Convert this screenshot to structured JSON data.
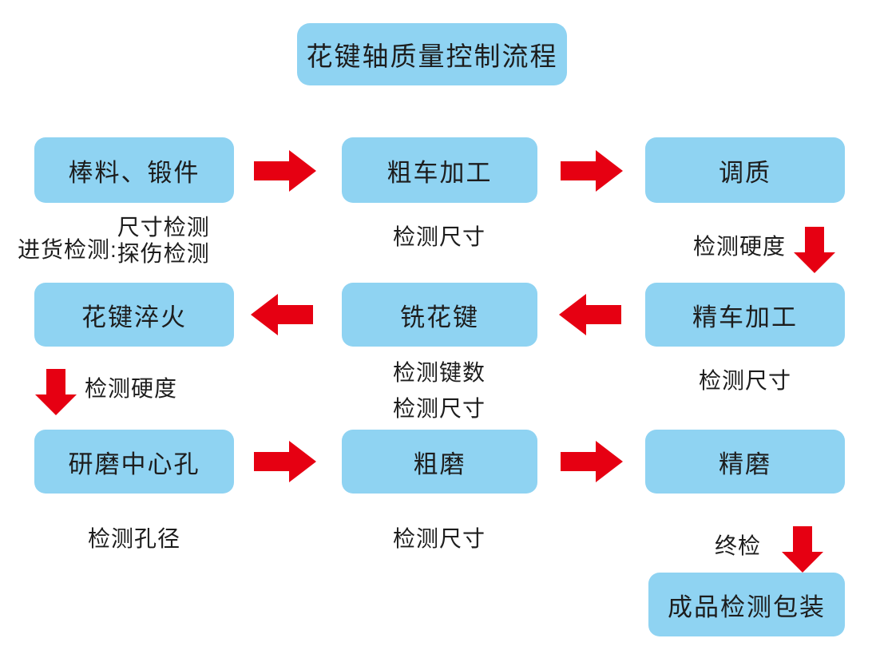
{
  "title": {
    "label": "花键轴质量控制流程"
  },
  "colors": {
    "node_fill": "#8FD3F2",
    "arrow_red": "#E60012",
    "text": "#1d1d1d",
    "background": "#FFFFFF"
  },
  "nodes": {
    "raw_material": "棒料、锻件",
    "rough_turning": "粗车加工",
    "quench_temper": "调质",
    "spline_quench": "花键淬火",
    "mill_spline": "铣花键",
    "fine_turning": "精车加工",
    "grind_center_hole": "研磨中心孔",
    "rough_grinding": "粗磨",
    "fine_grinding": "精磨",
    "final_pack": "成品检测包装"
  },
  "captions": {
    "incoming_lead": "进货检测:",
    "incoming_line1": "尺寸检测",
    "incoming_line2": "探伤检测",
    "rough_turning_check": "检测尺寸",
    "quench_temper_check": "检测硬度",
    "spline_quench_check": "检测硬度",
    "mill_spline_check1": "检测键数",
    "mill_spline_check2": "检测尺寸",
    "fine_turning_check": "检测尺寸",
    "grind_hole_check": "检测孔径",
    "rough_grinding_check": "检测尺寸",
    "final_check": "终检"
  },
  "arrows": {
    "r1_a1": "arrow-right-icon",
    "r1_a2": "arrow-right-icon",
    "col3_down": "arrow-down-icon",
    "r2_a1": "arrow-left-icon",
    "r2_a2": "arrow-left-icon",
    "col1_down": "arrow-down-icon",
    "r3_a1": "arrow-right-icon",
    "r3_a2": "arrow-right-icon",
    "final_down": "arrow-down-icon"
  }
}
